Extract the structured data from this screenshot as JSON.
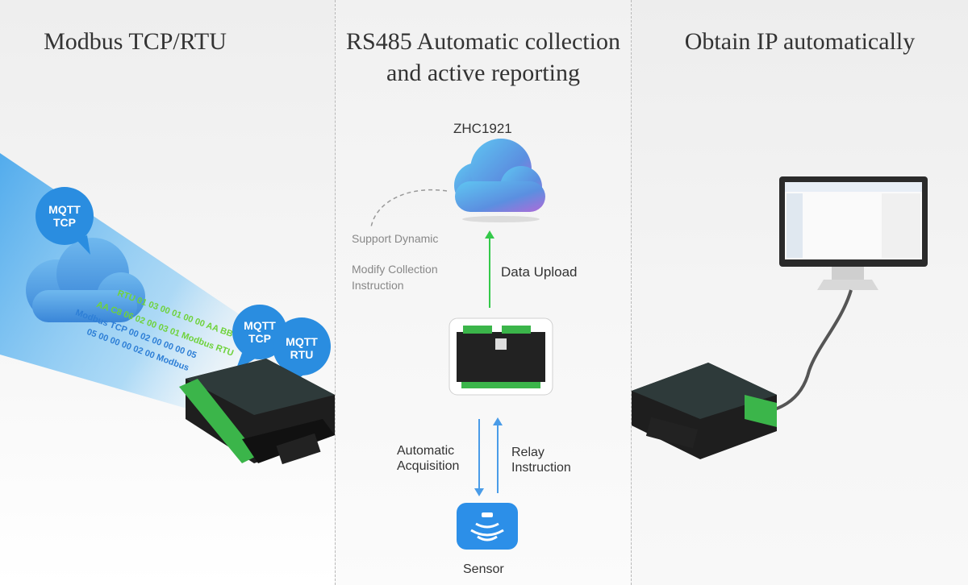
{
  "panels": {
    "left": {
      "title": "Modbus TCP/RTU",
      "bubble_top": {
        "line1": "MQTT",
        "line2": "TCP"
      },
      "bubble_mid": {
        "line1": "MQTT",
        "line2": "TCP"
      },
      "bubble_right": {
        "line1": "MQTT",
        "line2": "RTU"
      },
      "stream_lines": [
        "RTU 01 03 00 01 00 00 AA BB",
        "AA C8  06 02 00 03 01 Modbus RTU",
        "Modbus TCP 00 02 00 00 00 05",
        "05 00 00 00 02 00 Modbus"
      ],
      "colors": {
        "bubble": "#2a8de0",
        "stream": "#5ab8f0",
        "green_text": "#6fd23c",
        "blue_text": "#2e7fd6"
      }
    },
    "middle": {
      "title_line1": "RS485 Automatic collection",
      "title_line2": "and active reporting",
      "cloud_label": "ZHC1921",
      "support_dynamic": "Support Dynamic",
      "modify_line1": "Modify Collection",
      "modify_line2": "Instruction",
      "data_upload": "Data Upload",
      "auto_line1": "Automatic",
      "auto_line2": "Acquisition",
      "relay_line1": "Relay",
      "relay_line2": "Instruction",
      "sensor_label": "Sensor",
      "colors": {
        "upload_arrow": "#34c94a",
        "side_arrows": "#4a9ce8",
        "sensor_bg": "#2c8fe8"
      }
    },
    "right": {
      "title": "Obtain IP automatically"
    }
  }
}
